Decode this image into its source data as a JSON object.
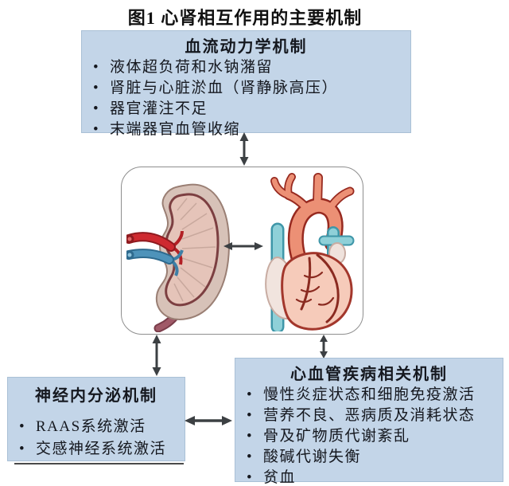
{
  "title": "图1 心肾相互作用的主要机制",
  "boxes": {
    "hemodynamic": {
      "title": "血流动力学机制",
      "items": [
        "液体超负荷和水钠潴留",
        "肾脏与心脏淤血（肾静脉高压）",
        "器官灌注不足",
        "末端器官血管收缩"
      ]
    },
    "neuroendocrine": {
      "title": "神经内分泌机制",
      "items": [
        "RAAS系统激活",
        "交感神经系统激活"
      ]
    },
    "cardiovascular": {
      "title": "心血管疾病相关机制",
      "items": [
        "慢性炎症状态和细胞免疫激活",
        "营养不良、恶病质及消耗状态",
        "骨及矿物质代谢紊乱",
        "酸碱代谢失衡",
        "贫血"
      ]
    }
  },
  "illustration": {
    "left_organ": "kidney",
    "right_organ": "heart",
    "relation": "bidirectional"
  },
  "colors": {
    "box_fill": "#C3D5E8",
    "box_border": "#A9C0D6",
    "panel_border": "#8E8E8E",
    "arrow": "#3C4043",
    "text": "#15181F",
    "kidney_capsule_tan": "#D7C2B8",
    "kidney_cortex_pink": "#E5C4B9",
    "kidney_rim_dark": "#7C3F41",
    "artery_red": "#CE2A30",
    "vein_blue": "#4E93BA",
    "ureter_maroon": "#A05A68",
    "aorta_salmon": "#EC9075",
    "aorta_outline": "#97291F",
    "vessel_teal": "#8FD0D8",
    "vessel_teal_outline": "#3E96A8",
    "heart_pink": "#F6CBBA",
    "heart_outline": "#A3372C",
    "coronary_dark": "#8A2A20"
  }
}
